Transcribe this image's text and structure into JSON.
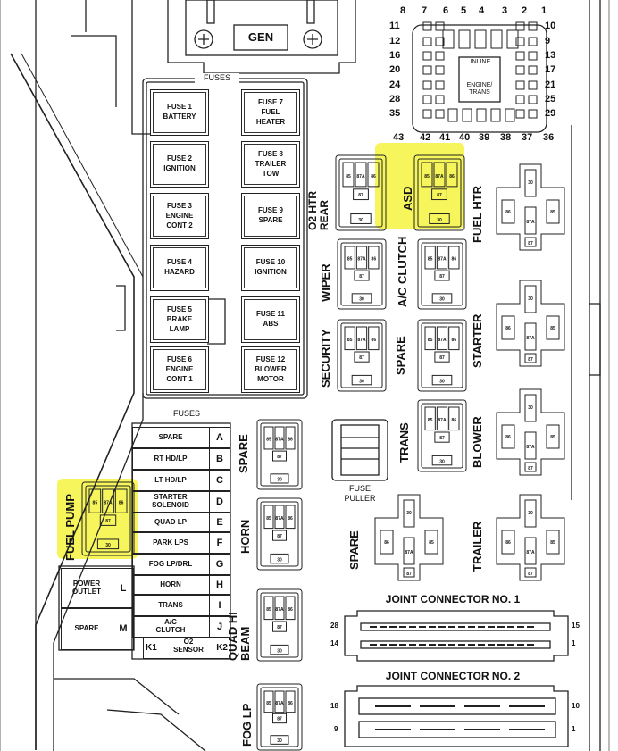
{
  "colors": {
    "line": "#222222",
    "highlight": "#f5f54a",
    "background": "#ffffff"
  },
  "gen_label": "GEN",
  "fuses_header": "FUSES",
  "fuses_left": [
    "FUSE 1\nBATTERY",
    "FUSE 2\nIGNITION",
    "FUSE 3\nENGINE\nCONT 2",
    "FUSE 4\nHAZARD",
    "FUSE 5\nBRAKE\nLAMP",
    "FUSE 6\nENGINE\nCONT 1"
  ],
  "fuses_right": [
    "FUSE 7\nFUEL\nHEATER",
    "FUSE 8\nTRAILER\nTOW",
    "FUSE 9\nSPARE",
    "FUSE 10\nIGNITION",
    "FUSE 11\nABS",
    "FUSE 12\nBLOWER\nMOTOR"
  ],
  "inline_connector": {
    "top_numbers": [
      "8",
      "7",
      "6",
      "5",
      "4",
      "3",
      "2",
      "1"
    ],
    "left_numbers": [
      "11",
      "12",
      "16",
      "20",
      "24",
      "28",
      "35"
    ],
    "right_numbers": [
      "10",
      "9",
      "13",
      "17",
      "21",
      "25",
      "29"
    ],
    "bottom_numbers": [
      "43",
      "42",
      "41",
      "40",
      "39",
      "38",
      "37",
      "36"
    ],
    "label_inline": "INLINE",
    "label_engine": "ENGINE/\nTRANS"
  },
  "relays": {
    "o2_htr_rear": "O2 HTR\nREAR",
    "asd": "ASD",
    "fuel_htr": "FUEL HTR",
    "wiper": "WIPER",
    "ac_clutch": "A/C CLUTCH",
    "starter": "STARTER",
    "security": "SECURITY",
    "spare_mid": "SPARE",
    "trans": "TRANS",
    "blower": "BLOWER",
    "spare_left": "SPARE",
    "horn": "HORN",
    "spare_lower": "SPARE",
    "trailer": "TRAILER",
    "quad_hi_beam": "QUAD HI\nBEAM",
    "fog_lp": "FOG LP",
    "fuel_pump": "FUEL PUMP",
    "pin_85": "85",
    "pin_87a": "87A",
    "pin_86": "86",
    "pin_87": "87",
    "pin_30": "30"
  },
  "fuse_puller": "FUSE\nPULLER",
  "minifuses_header": "FUSES",
  "minifuses": [
    {
      "name": "SPARE",
      "letter": "A"
    },
    {
      "name": "RT HD/LP",
      "letter": "B"
    },
    {
      "name": "LT HD/LP",
      "letter": "C"
    },
    {
      "name": "STARTER\nSOLENOID",
      "letter": "D"
    },
    {
      "name": "QUAD LP",
      "letter": "E"
    },
    {
      "name": "PARK LPS",
      "letter": "F"
    },
    {
      "name": "FOG LP/DRL",
      "letter": "G"
    },
    {
      "name": "HORN",
      "letter": "H"
    },
    {
      "name": "TRANS",
      "letter": "I"
    },
    {
      "name": "A/C\nCLUTCH",
      "letter": "J"
    }
  ],
  "o2_sensor": {
    "k1": "K1",
    "name": "O2\nSENSOR",
    "k2": "K2"
  },
  "big_fuses": [
    {
      "name": "POWER\nOUTLET",
      "letter": "L"
    },
    {
      "name": "SPARE",
      "letter": "M"
    }
  ],
  "joint1": {
    "title": "JOINT CONNECTOR NO. 1",
    "n28": "28",
    "n14": "14",
    "n15": "15",
    "n1": "1"
  },
  "joint2": {
    "title": "JOINT CONNECTOR NO. 2",
    "n18": "18",
    "n9": "9",
    "n10": "10",
    "n1": "1"
  }
}
